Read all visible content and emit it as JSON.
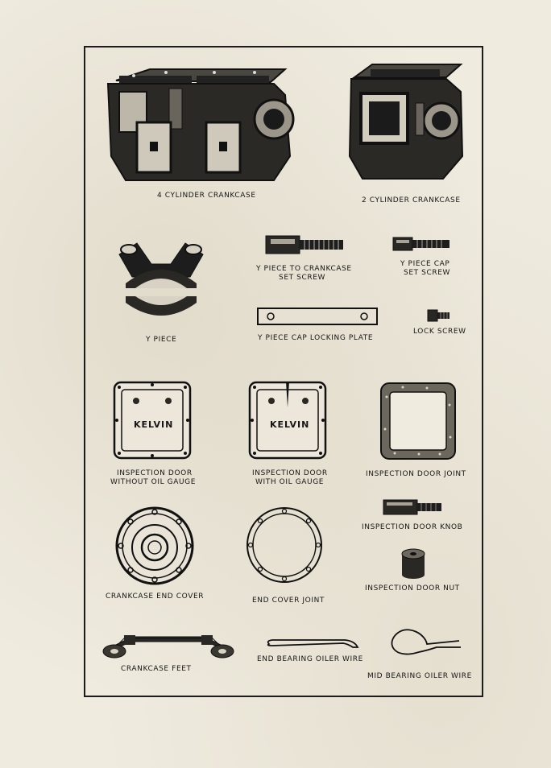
{
  "parts": {
    "crankcase_4cyl": "4 CYLINDER CRANKCASE",
    "crankcase_2cyl": "2 CYLINDER CRANKCASE",
    "y_piece": "Y PIECE",
    "y_piece_set_screw_line1": "Y PIECE TO CRANKCASE",
    "y_piece_set_screw_line2": "SET SCREW",
    "y_piece_cap_set_screw_line1": "Y PIECE  CAP",
    "y_piece_cap_set_screw_line2": "SET SCREW",
    "y_piece_cap_locking_plate": "Y PIECE  CAP  LOCKING PLATE",
    "lock_screw": "LOCK SCREW",
    "insp_door_no_gauge_line1": "INSPECTION DOOR",
    "insp_door_no_gauge_line2": "WITHOUT OIL GAUGE",
    "insp_door_gauge_line1": "INSPECTION DOOR",
    "insp_door_gauge_line2": "WITH OIL GAUGE",
    "insp_door_joint": "INSPECTION  DOOR  JOINT",
    "insp_door_knob": "INSPECTION DOOR  KNOB",
    "insp_door_nut": "INSPECTION DOOR  NUT",
    "crankcase_end_cover": "CRANKCASE END COVER",
    "end_cover_joint": "END COVER  JOINT",
    "crankcase_feet": "CRANKCASE  FEET",
    "end_bearing_oiler_wire": "END BEARING  OILER  WIRE",
    "mid_bearing_oiler_wire": "MID  BEARING  OILER  WIRE"
  },
  "door_brand": "KELVIN"
}
